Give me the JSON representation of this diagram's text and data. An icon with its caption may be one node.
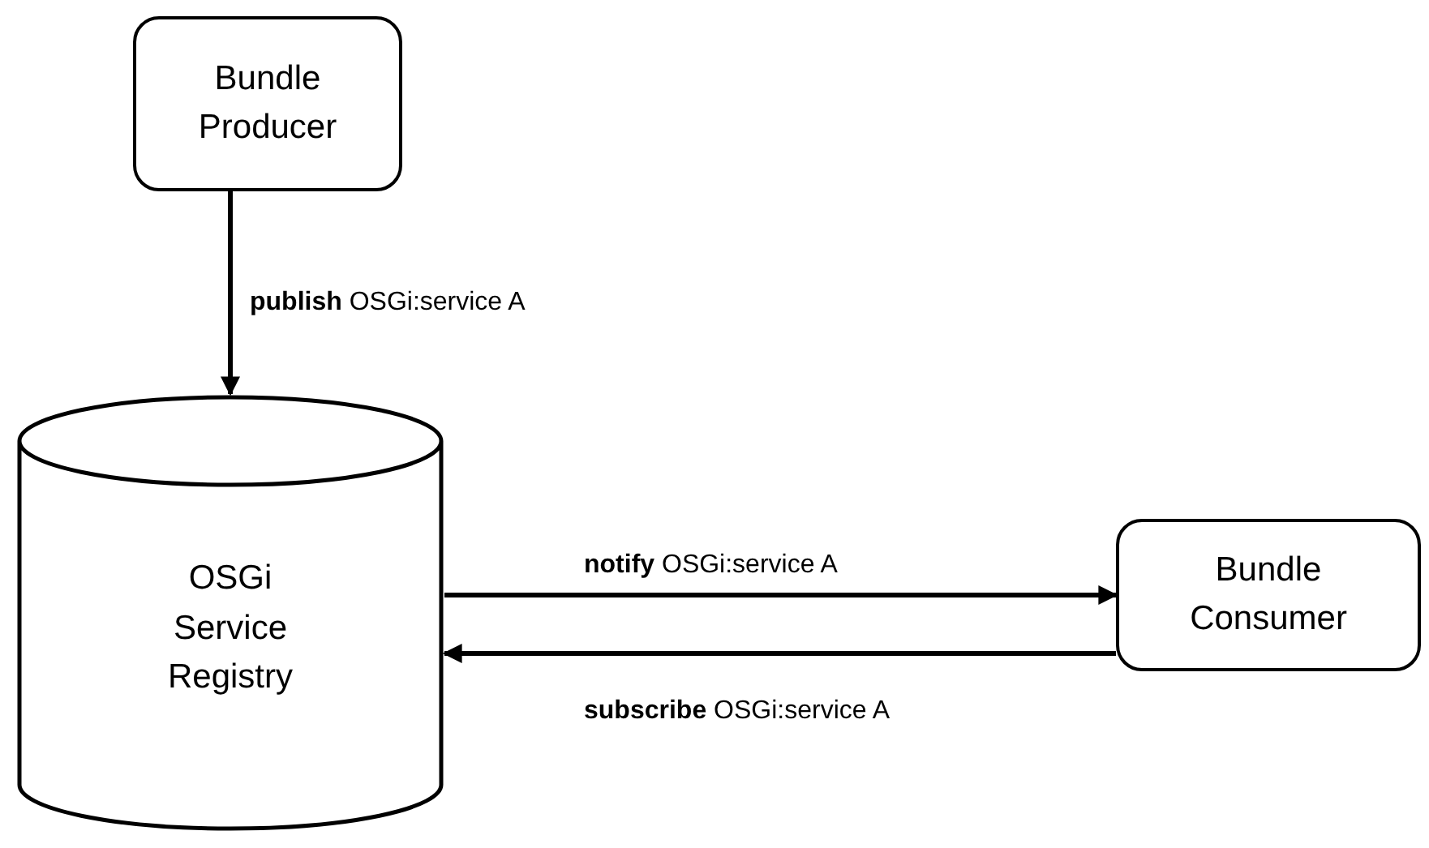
{
  "diagram": {
    "nodes": [
      {
        "text": [
          "Bundle Producer"
        ]
      },
      {
        "text": [
          "OSGi Service Registry"
        ]
      },
      {
        "text": [
          "Bundle Consumer"
        ]
      }
    ],
    "edges": [
      {
        "from": 0,
        "to": 1,
        "arrow": "to",
        "label": "**publish** OSGi:service A"
      },
      {
        "from": 1,
        "to": 2,
        "arrow": "to",
        "label": "**notify** OSGi:service A"
      },
      {
        "from": 2,
        "to": 1,
        "arrow": "to",
        "label": "**subscribe** OSGi:service A"
      }
    ]
  }
}
